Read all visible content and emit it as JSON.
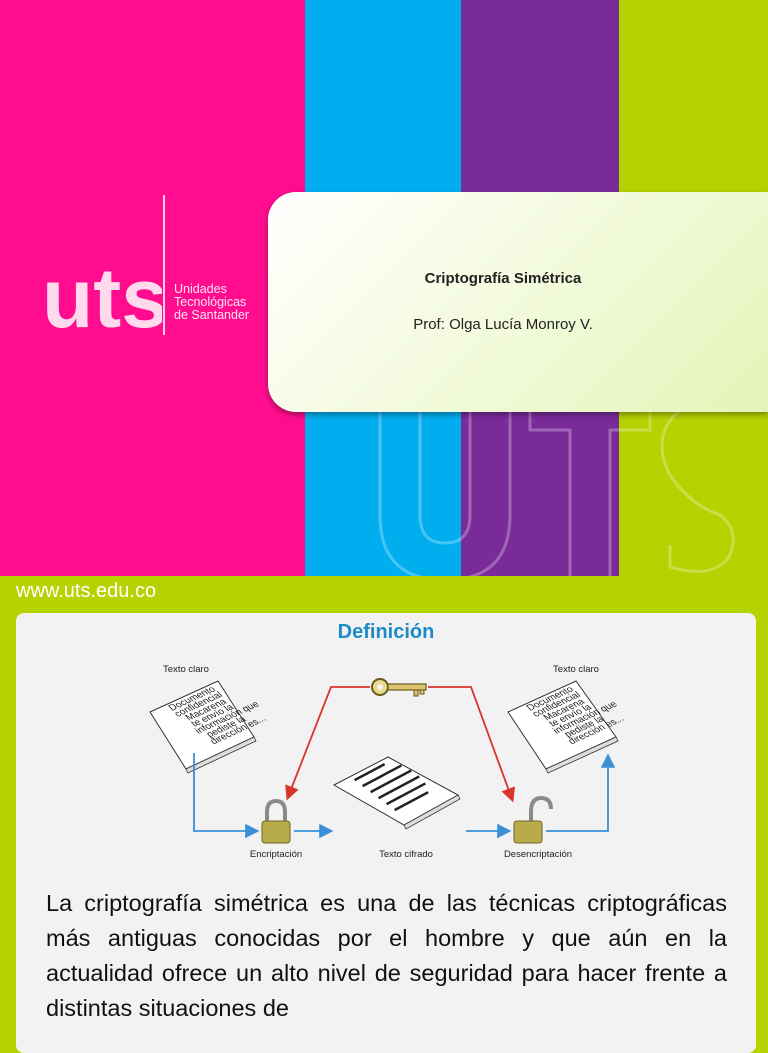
{
  "title_slide": {
    "logo": {
      "mark": "uts",
      "lines": [
        "Unidades",
        "Tecnológicas",
        "de Santander"
      ]
    },
    "title": "Criptografía Simétrica",
    "author": "Prof:  Olga Lucía Monroy V.",
    "url": "www.uts.edu.co",
    "watermark": "uts",
    "colors": {
      "pink": "#ff0d8e",
      "blue": "#00aef0",
      "purple": "#7a2b9a",
      "green": "#b5d300"
    }
  },
  "content_slide": {
    "heading": "Definición",
    "diagram": {
      "plaintext_left_label": "Texto claro",
      "plaintext_right_label": "Texto claro",
      "document_lines": [
        "Documento",
        "confidencial",
        "Macarena",
        "te envío la",
        "información que",
        "pediste la",
        "dirección es..."
      ],
      "encrypt_label": "Encriptación",
      "ciphertext_label": "Texto cifrado",
      "decrypt_label": "Desencriptación",
      "icons": [
        "key-icon",
        "closed-padlock-icon",
        "open-padlock-icon",
        "document-icon",
        "cipher-document-icon"
      ]
    },
    "body": "La criptografía simétrica es una de las técnicas criptográficas más antiguas conocidas por el hombre y que aún en la actualidad ofrece un alto nivel de seguridad para hacer frente a distintas situaciones de"
  }
}
